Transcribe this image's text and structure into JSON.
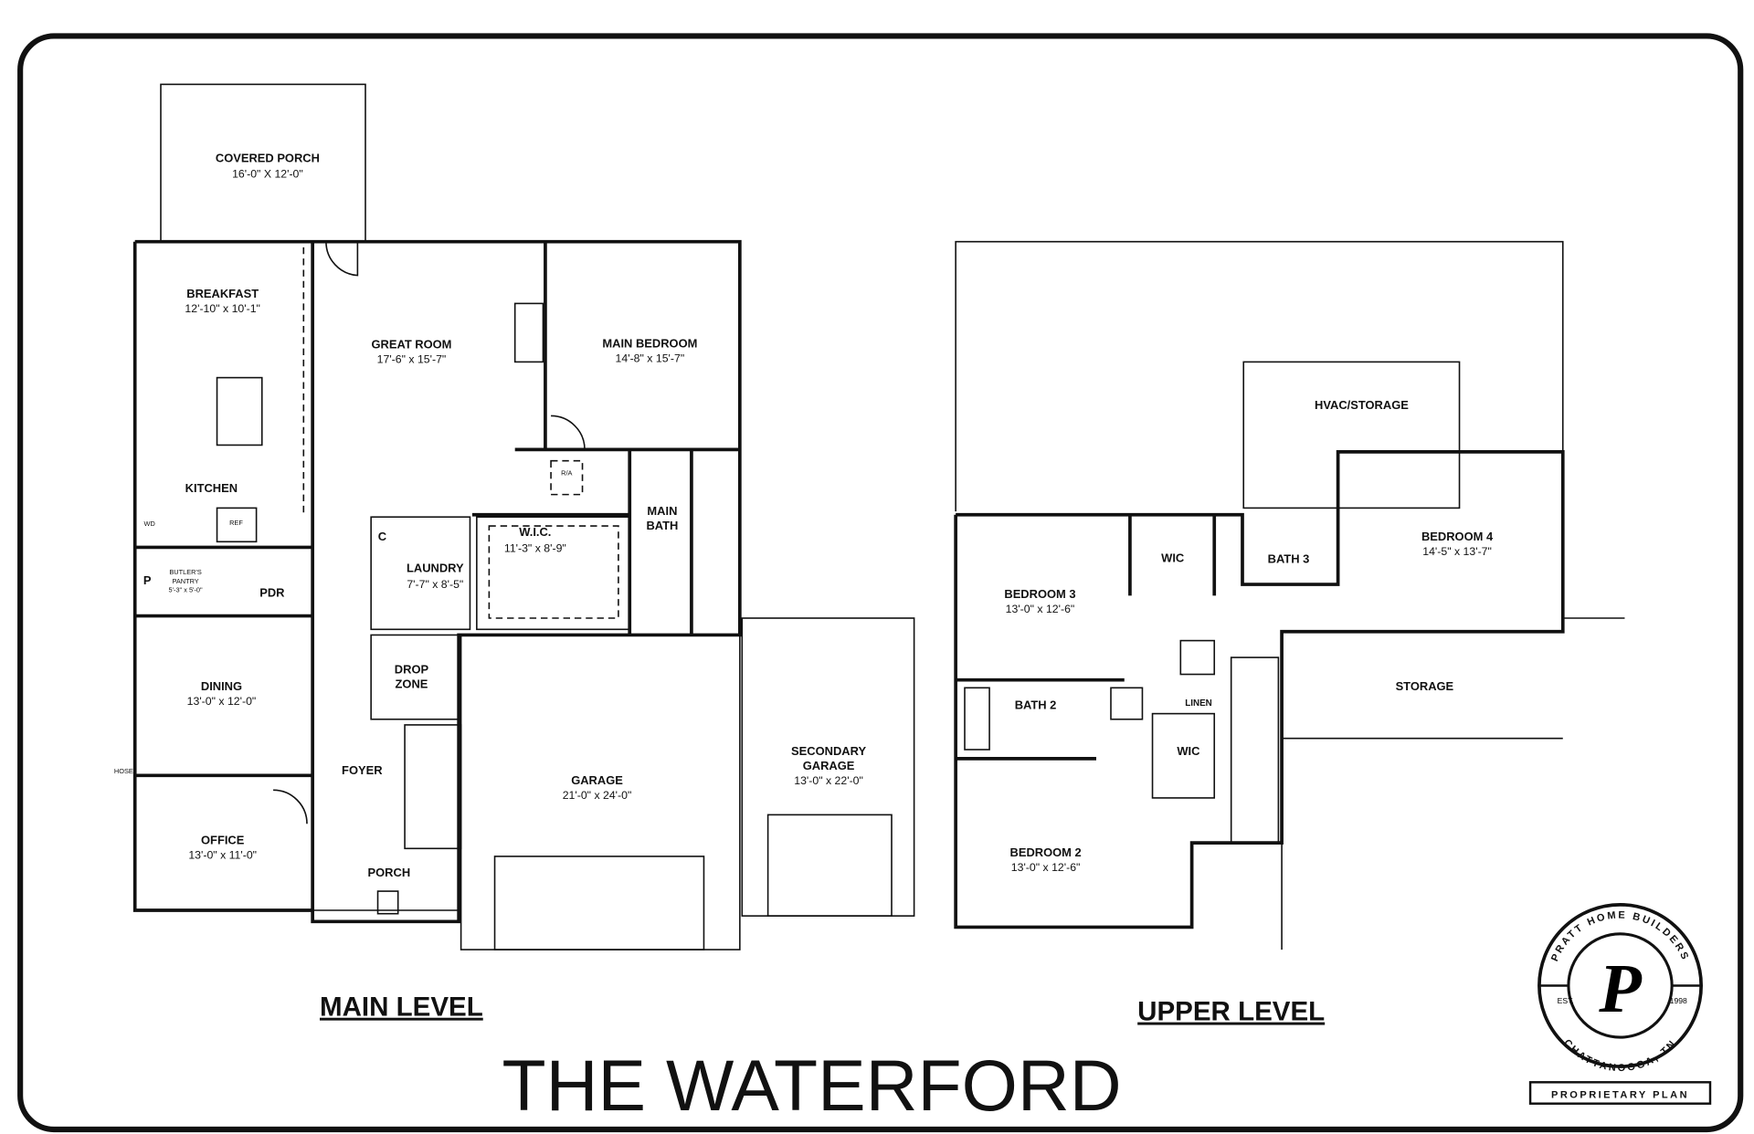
{
  "title": "THE WATERFORD",
  "main_level": {
    "heading": "MAIN LEVEL",
    "rooms": {
      "covered_porch": {
        "name": "COVERED PORCH",
        "size": "16'-0\" X 12'-0\""
      },
      "breakfast": {
        "name": "BREAKFAST",
        "size": "12'-10\" x 10'-1\""
      },
      "great_room": {
        "name": "GREAT ROOM",
        "size": "17'-6\" x 15'-7\""
      },
      "main_bedroom": {
        "name": "MAIN BEDROOM",
        "size": "14'-8\" x 15'-7\""
      },
      "kitchen": {
        "name": "KITCHEN"
      },
      "ref": {
        "name": "REF"
      },
      "wd": {
        "name": "WD"
      },
      "ra": {
        "name": "R/A"
      },
      "main_bath": {
        "name1": "MAIN",
        "name2": "BATH"
      },
      "wic": {
        "name": "W.I.C.",
        "size": "11'-3\" x 8'-9\""
      },
      "laundry": {
        "name": "LAUNDRY",
        "size": "7'-7\" x 8'-5\""
      },
      "butlers_pantry": {
        "name1": "BUTLER'S",
        "name2": "PANTRY",
        "size": "5'-3\" x 5'-0\""
      },
      "p": {
        "name": "P"
      },
      "pdr": {
        "name": "PDR"
      },
      "closet": {
        "name": "C"
      },
      "drop_zone": {
        "name1": "DROP",
        "name2": "ZONE"
      },
      "dining": {
        "name": "DINING",
        "size": "13'-0\" x 12'-0\""
      },
      "foyer": {
        "name": "FOYER"
      },
      "garage": {
        "name": "GARAGE",
        "size": "21'-0\" x 24'-0\""
      },
      "secondary_garage": {
        "name1": "SECONDARY",
        "name2": "GARAGE",
        "size": "13'-0\" x 22'-0\""
      },
      "office": {
        "name": "OFFICE",
        "size": "13'-0\" x 11'-0\""
      },
      "porch": {
        "name": "PORCH"
      },
      "hose": "HOSE"
    }
  },
  "upper_level": {
    "heading": "UPPER LEVEL",
    "rooms": {
      "hvac": {
        "name": "HVAC/STORAGE"
      },
      "wic_1": {
        "name": "WIC"
      },
      "bath_3": {
        "name": "BATH 3"
      },
      "bedroom_4": {
        "name": "BEDROOM 4",
        "size": "14'-5\" x 13'-7\""
      },
      "bedroom_3": {
        "name": "BEDROOM 3",
        "size": "13'-0\" x 12'-6\""
      },
      "storage": {
        "name": "STORAGE"
      },
      "bath_2": {
        "name": "BATH 2"
      },
      "linen": {
        "name": "LINEN"
      },
      "wic_2": {
        "name": "WIC"
      },
      "bedroom_2": {
        "name": "BEDROOM 2",
        "size": "13'-0\" x 12'-6\""
      }
    }
  },
  "logo": {
    "top": "PRATT HOME BUILDERS",
    "bottom": "CHATTANOOGA, TN",
    "est": "EST.",
    "year": "1998",
    "letter": "P",
    "badge": "PROPRIETARY PLAN"
  }
}
